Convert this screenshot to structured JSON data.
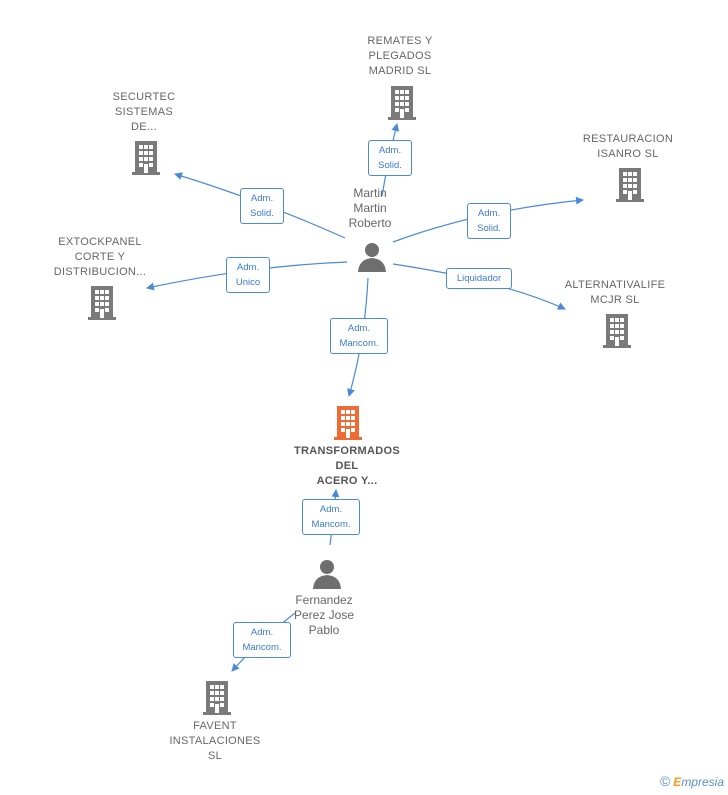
{
  "colors": {
    "edge": "#4a8ad8",
    "building": "#7a7a7a",
    "focus_building": "#f06a35",
    "person": "#6e6e6e"
  },
  "nodes": {
    "remates": {
      "label": "REMATES Y\nPLEGADOS\nMADRID  SL",
      "icon": "building-icon"
    },
    "securtec": {
      "label": "SECURTEC\nSISTEMAS\nDE...",
      "icon": "building-icon"
    },
    "restauracion": {
      "label": "RESTAURACION\nISANRO  SL",
      "icon": "building-icon"
    },
    "extockpanel": {
      "label": "EXTOCKPANEL\nCORTE Y\nDISTRIBUCION...",
      "icon": "building-icon"
    },
    "alternativalife": {
      "label": "ALTERNATIVALIFE\nMCJR  SL",
      "icon": "building-icon"
    },
    "martin": {
      "label": "Martin\nMartin\nRoberto",
      "icon": "person-icon"
    },
    "transformados": {
      "label": "TRANSFORMADOS\nDEL\nACERO Y...",
      "icon": "building-icon"
    },
    "fernandez": {
      "label": "Fernandez\nPerez Jose\nPablo",
      "icon": "person-icon"
    },
    "favent": {
      "label": "FAVENT\nINSTALACIONES\nSL",
      "icon": "building-icon"
    }
  },
  "edges": {
    "martin_remates": "Adm.\nSolid.",
    "martin_securtec": "Adm.\nSolid.",
    "martin_restauracion": "Adm.\nSolid.",
    "martin_extockpanel": "Adm.\nUnico",
    "martin_alternativalife": "Liquidador",
    "martin_transformados": "Adm.\nMancom.",
    "fernandez_transformados": "Adm.\nMancom.",
    "fernandez_favent": "Adm.\nMancom."
  },
  "watermark": {
    "copyright": "©",
    "brand_first": "E",
    "brand_rest": "mpresia"
  }
}
